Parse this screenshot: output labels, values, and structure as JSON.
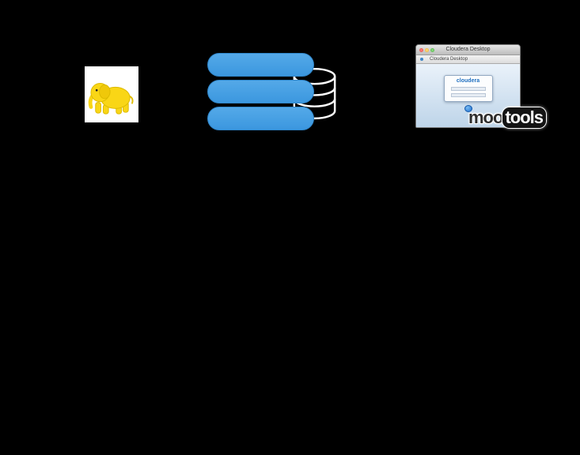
{
  "diagram": {
    "background": "#000000",
    "accent_blue": "#3E9EE2",
    "hadoop_yellow": "#F9D616"
  },
  "browser": {
    "window_title": "Cloudera Desktop",
    "tab_label": "Cloudera Desktop",
    "dialog": {
      "brand": "cloudera"
    }
  },
  "mootools": {
    "moo": "moo",
    "tools": "tools"
  }
}
